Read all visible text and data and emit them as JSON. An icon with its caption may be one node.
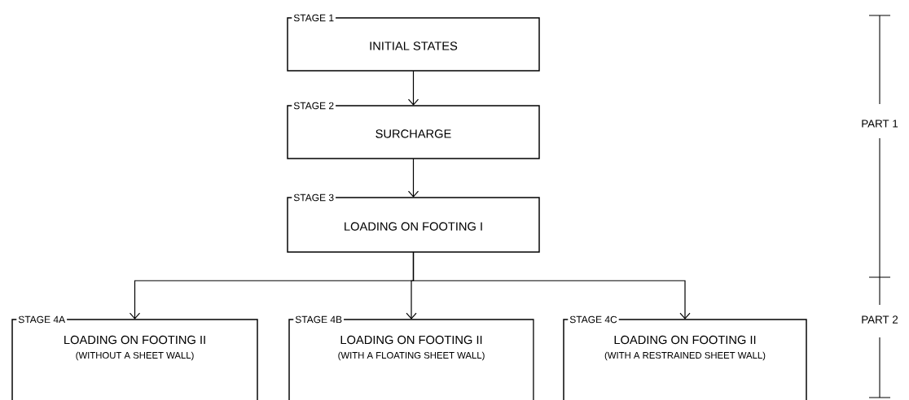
{
  "diagram": {
    "nodes": [
      {
        "text": [
          "STAGE 1",
          "INITIAL STATES"
        ]
      },
      {
        "text": [
          "STAGE 2",
          "SURCHARGE"
        ]
      },
      {
        "text": [
          "STAGE 3",
          "LOADING ON FOOTING I"
        ]
      },
      {
        "text": [
          "STAGE 4A",
          "LOADING ON FOOTING II",
          "(WITHOUT A SHEET WALL)"
        ]
      },
      {
        "text": [
          "STAGE 4B",
          "LOADING ON FOOTING II",
          "(WITH A FLOATING SHEET WALL)"
        ]
      },
      {
        "text": [
          "STAGE 4C",
          "LOADING ON FOOTING II",
          "(WITH A RESTRAINED SHEET WALL)"
        ]
      }
    ],
    "edges": [
      {
        "from": 0,
        "to": 1,
        "arrow": "to"
      },
      {
        "from": 1,
        "to": 2,
        "arrow": "to"
      },
      {
        "from": 2,
        "to": 3,
        "arrow": "to"
      },
      {
        "from": 2,
        "to": 4,
        "arrow": "to"
      },
      {
        "from": 2,
        "to": 5,
        "arrow": "to"
      }
    ],
    "labels": [
      "PART 1",
      "PART 2"
    ]
  }
}
